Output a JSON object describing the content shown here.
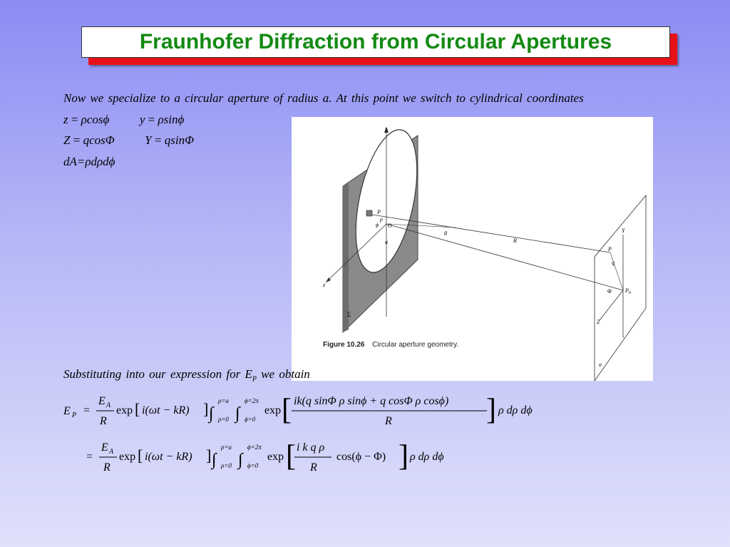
{
  "title": "Fraunhofer Diffraction from Circular Apertures",
  "intro": "Now we specialize to a circular aperture of  radius a. At this  point  we switch to cylindrical coordinates",
  "coords": {
    "z_lhs": "z",
    "z_rhs": "ρcosϕ",
    "y_lhs": "y",
    "y_rhs": "ρsinϕ",
    "Z_lhs": "Z",
    "Z_rhs": "qcosΦ",
    "Y_lhs": "Y",
    "Y_rhs": "qsinΦ",
    "dA": "dA=ρdρdϕ"
  },
  "substituting": "Substituting into our expression  for",
  "substituting_var": "E",
  "substituting_sub": "P",
  "substituting_end": "we obtain",
  "figure": {
    "caption_label": "Figure 10.26",
    "caption_text": "Circular aperture geometry.",
    "labels": {
      "y": "y",
      "z": "z",
      "P_small": "P",
      "rho": "ρ",
      "phi": "ϕ",
      "O": "O",
      "a": "a",
      "Sigma": "Σ",
      "theta": "θ",
      "R": "R",
      "Y": "Y",
      "P": "P",
      "q": "q",
      "Phi": "Φ",
      "P0": "P",
      "P0sub": "0",
      "Z": "Z",
      "sigma": "σ"
    }
  },
  "eq_main": {
    "lhs": "E",
    "lhs_sub": "P",
    "equals": "=",
    "EA": "E",
    "EA_sub": "A",
    "R": "R",
    "exp1": "exp",
    "phase": "i(ωt − kR)",
    "int1_upper": "ρ=a",
    "int1_lower": "ρ=0",
    "int2_upper": "ϕ=2π",
    "int2_lower": "ϕ=0",
    "exp2": "exp",
    "num": "ik(q sinΦ ρ sinϕ + q cosΦ ρ cosϕ)",
    "den": "R",
    "measure": "ρ dρ dϕ"
  },
  "eq_second": {
    "equals": "=",
    "EA": "E",
    "EA_sub": "A",
    "R": "R",
    "exp1": "exp",
    "phase": "i(ωt − kR)",
    "int1_upper": "ρ=a",
    "int1_lower": "ρ=0",
    "int2_upper": "ϕ=2π",
    "int2_lower": "ϕ=0",
    "exp2": "exp",
    "num": "i k q ρ",
    "den": "R",
    "cos": "cos(ϕ − Φ)",
    "measure": "ρ dρ dϕ"
  }
}
